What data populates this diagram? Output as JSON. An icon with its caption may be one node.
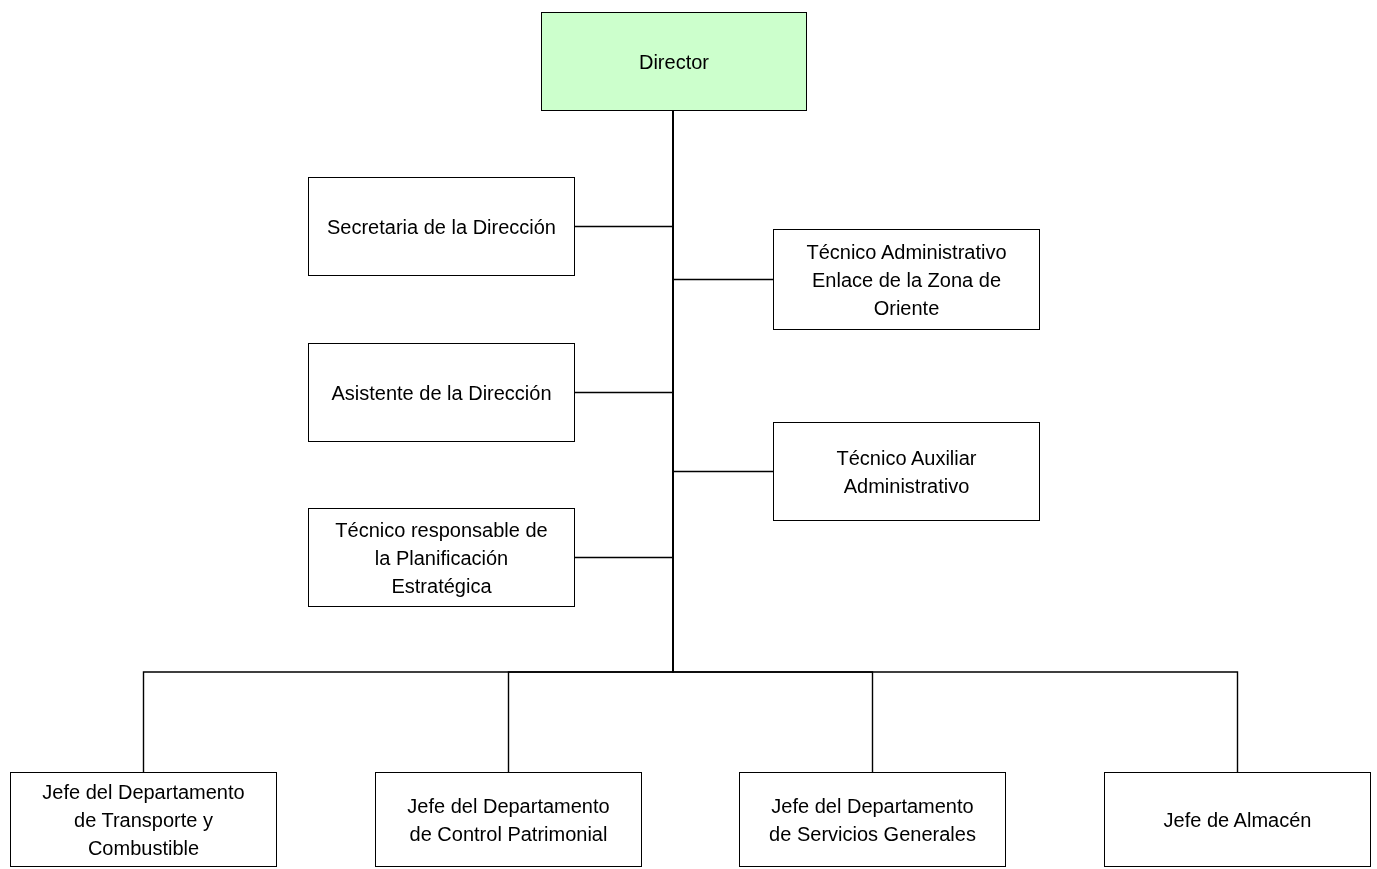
{
  "diagram": {
    "nodes": [
      {
        "text": [
          "Director"
        ]
      },
      {
        "text": [
          "Secretaria de la Dirección"
        ]
      },
      {
        "text": [
          "Técnico Administrativo Enlace de la Zona de Oriente"
        ]
      },
      {
        "text": [
          "Asistente de la Dirección"
        ]
      },
      {
        "text": [
          "Técnico Auxiliar Administrativo"
        ]
      },
      {
        "text": [
          "Técnico responsable de la Planificación Estratégica"
        ]
      },
      {
        "text": [
          "Jefe del Departamento de Transporte y Combustible"
        ]
      },
      {
        "text": [
          "Jefe del Departamento de Control Patrimonial"
        ]
      },
      {
        "text": [
          "Jefe del Departamento de Servicios Generales"
        ]
      },
      {
        "text": [
          "Jefe de Almacén"
        ]
      }
    ],
    "edges": [
      {
        "from": 0,
        "to": 1,
        "arrow": "none"
      },
      {
        "from": 0,
        "to": 2,
        "arrow": "none"
      },
      {
        "from": 0,
        "to": 3,
        "arrow": "none"
      },
      {
        "from": 0,
        "to": 4,
        "arrow": "none"
      },
      {
        "from": 0,
        "to": 5,
        "arrow": "none"
      },
      {
        "from": 0,
        "to": 6,
        "arrow": "none"
      },
      {
        "from": 0,
        "to": 7,
        "arrow": "none"
      },
      {
        "from": 0,
        "to": 8,
        "arrow": "none"
      },
      {
        "from": 0,
        "to": 9,
        "arrow": "none"
      }
    ]
  }
}
